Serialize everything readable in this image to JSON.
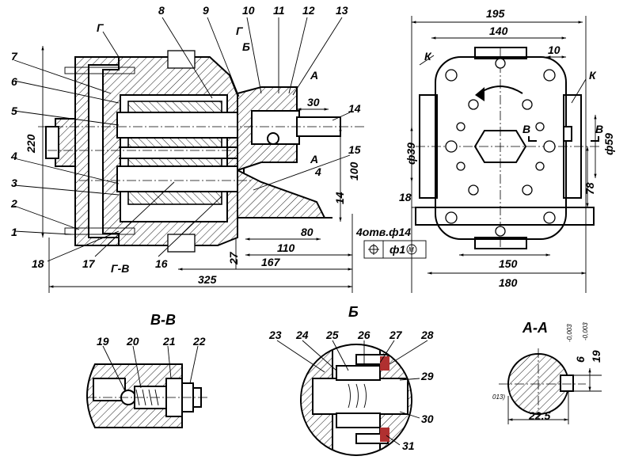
{
  "section_titles": {
    "vv": "В-В",
    "b": "Б",
    "aa": "А-А"
  },
  "front_view": {
    "callouts": [
      "1",
      "2",
      "3",
      "4",
      "5",
      "6",
      "7",
      "8",
      "9",
      "10",
      "11",
      "12",
      "13",
      "14",
      "15",
      "16",
      "17",
      "18"
    ],
    "section_marks": {
      "g1": "Г",
      "g2": "Г",
      "b": "Б",
      "a_top": "А",
      "a_bottom": "А",
      "gv": "Г-В"
    },
    "dimensions": {
      "d325": "325",
      "d220": "220",
      "d167": "167",
      "d110": "110",
      "d80": "80",
      "d30": "30",
      "d27": "27",
      "d100": "100",
      "d14": "14",
      "d4": "4"
    }
  },
  "side_view": {
    "labels": {
      "k_left": "К",
      "k_right": "К",
      "v_left": "В",
      "v_right": "В"
    },
    "dimensions": {
      "d195": "195",
      "d140": "140",
      "d10": "10",
      "d39": "ф39",
      "d59": "ф59",
      "d78": "78",
      "d18": "18",
      "d150": "150",
      "d180": "180"
    },
    "hole_spec": "4отв.ф14",
    "tolerance_frame": {
      "symbol": "⌖",
      "value": "ф1",
      "modifier": "M"
    }
  },
  "detail_vv": {
    "callouts": [
      "19",
      "20",
      "21",
      "22"
    ]
  },
  "detail_b": {
    "callouts": [
      "23",
      "24",
      "25",
      "26",
      "27",
      "28",
      "29",
      "30",
      "31"
    ]
  },
  "detail_aa": {
    "dimensions": {
      "d6": "6",
      "d6_tol": "-0,003",
      "d19": "19",
      "d19_tol": "-0,003",
      "d22_5": "22.5",
      "d_tol_left": "013)"
    }
  }
}
